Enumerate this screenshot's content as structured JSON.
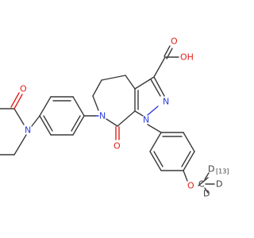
{
  "molecule": {
    "atom_labels": {
      "acid_oxygen_carbonyl": "O",
      "acid_hydroxyl": "OH",
      "pyrazole_n2": "N",
      "pyrazole_n1": "N",
      "lactam_n": "N",
      "lactam_oxygen": "O",
      "piperidinone_n": "N",
      "piperidinone_oxygen": "O",
      "ether_oxygen": "O",
      "methyl_carbon": "C",
      "isotope_label": "[13]",
      "deuterium_1": "D",
      "deuterium_2": "D",
      "deuterium_3": "D"
    },
    "colors": {
      "bond": "#3a3a3a",
      "oxygen": "#e0221b",
      "nitrogen": "#2b3bd6"
    }
  }
}
